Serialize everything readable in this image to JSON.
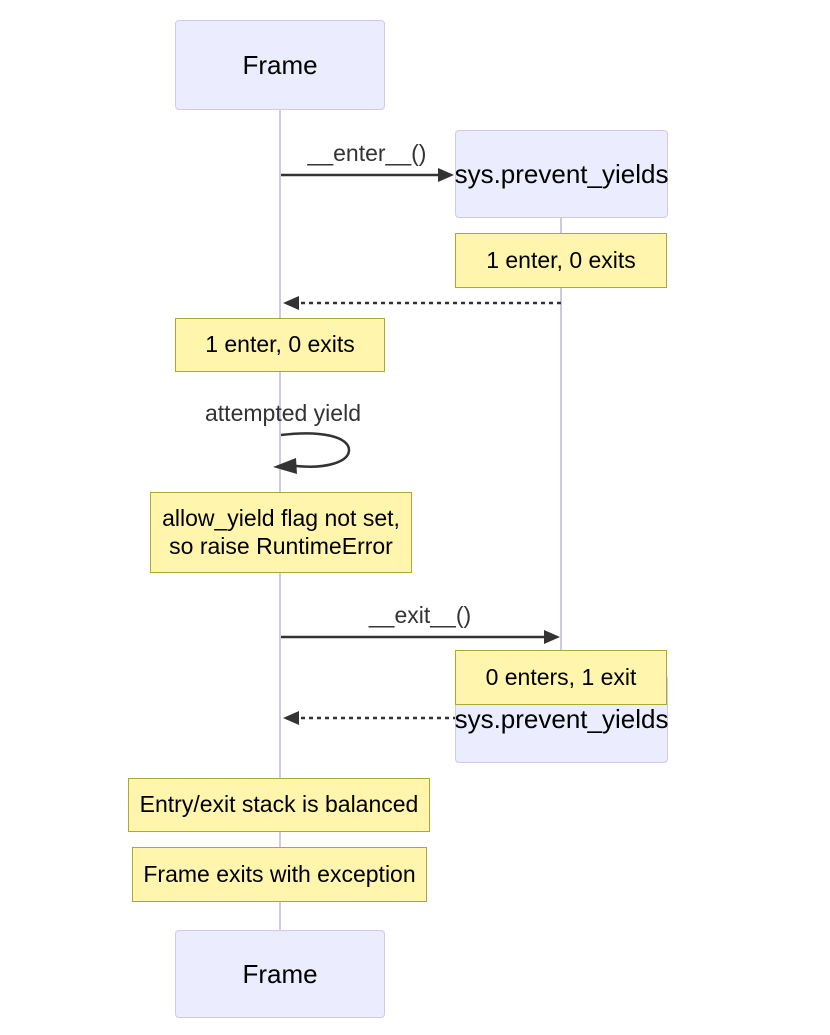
{
  "diagram": {
    "kind": "sequence-diagram",
    "participants": {
      "frame": {
        "label": "Frame"
      },
      "sys": {
        "label": "sys.prevent_yields"
      }
    },
    "messages": {
      "enter": {
        "label": "__enter__()",
        "from": "Frame",
        "to": "sys.prevent_yields",
        "line": "solid"
      },
      "return_enter": {
        "label": "",
        "from": "sys.prevent_yields",
        "to": "Frame",
        "line": "dashed"
      },
      "self_yield": {
        "label": "attempted yield",
        "from": "Frame",
        "to": "Frame",
        "line": "self-loop"
      },
      "exit": {
        "label": "__exit__()",
        "from": "Frame",
        "to": "sys.prevent_yields",
        "line": "solid"
      },
      "return_exit": {
        "label": "",
        "from": "sys.prevent_yields",
        "to": "Frame",
        "line": "dashed"
      }
    },
    "notes": {
      "sys_enter": {
        "text": "1 enter, 0 exits",
        "over": "sys.prevent_yields"
      },
      "frame_enter": {
        "text": "1 enter, 0 exits",
        "over": "Frame"
      },
      "yield_error": {
        "line1": "allow_yield flag not set,",
        "line2": "so raise RuntimeError",
        "over": "Frame"
      },
      "sys_exit": {
        "text": "0 enters, 1 exit",
        "over": "sys.prevent_yields"
      },
      "stack_balanced": {
        "text": "Entry/exit stack is balanced",
        "over": "Frame"
      },
      "frame_exception": {
        "text": "Frame exits with exception",
        "over": "Frame"
      }
    },
    "colors": {
      "actor-fill": "#ECECFF",
      "actor-border": "#d2c8ee",
      "note-fill": "#fff5ad",
      "note-border": "#aaaa33",
      "line": "#333333",
      "lifeline": "#d0c6ea",
      "message-text": "#333333",
      "text": "#000000",
      "background": "#ffffff"
    }
  }
}
